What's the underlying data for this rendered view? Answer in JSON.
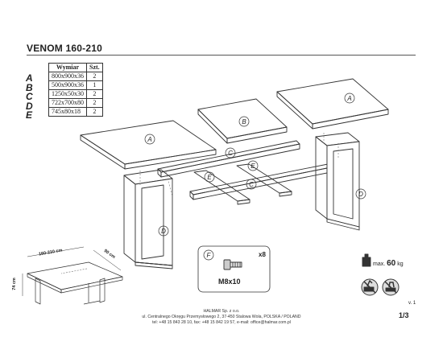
{
  "title": "VENOM 160-210",
  "parts_table": {
    "headers": [
      "Wymiar",
      "Szt."
    ],
    "rows": [
      {
        "letter": "A",
        "size": "800x900x36",
        "qty": "2"
      },
      {
        "letter": "B",
        "size": "500x900x36",
        "qty": "1"
      },
      {
        "letter": "C",
        "size": "1250x50x30",
        "qty": "2"
      },
      {
        "letter": "D",
        "size": "722x700x80",
        "qty": "2"
      },
      {
        "letter": "E",
        "size": "745x80x18",
        "qty": "2"
      }
    ]
  },
  "callouts": {
    "A": "A",
    "B": "B",
    "C": "C",
    "D": "D",
    "E": "E",
    "F": "F"
  },
  "hardware": {
    "count": "x8",
    "label": "M8x10"
  },
  "weight": {
    "prefix": "max.",
    "value": "60",
    "unit": "kg"
  },
  "dimensions": {
    "width": "160-210 cm",
    "depth": "90 cm",
    "height": "74 cm"
  },
  "footer": {
    "company": "HALMAR Sp. z o.o.",
    "address": "ul. Centralnego Okręgu Przemysłowego 2, 37-450 Stalowa Wola, POLSKA / POLAND",
    "contact": "tel: +48 15 843 28 10, fax: +48 15 842 19 57, e-mail: office@halmar.com.pl"
  },
  "page_number": "1/3",
  "version": "v. 1",
  "colors": {
    "line": "#333333",
    "light": "#bbbbbb"
  }
}
